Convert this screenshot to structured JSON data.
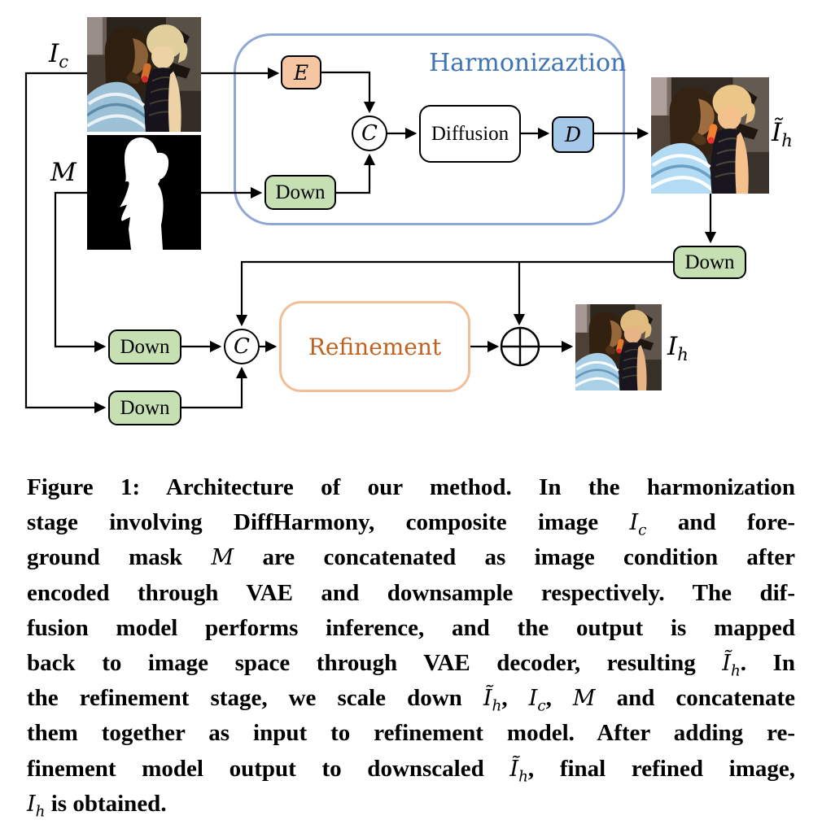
{
  "figure": {
    "stage1": {
      "title": "Harmonizaztion",
      "encoder_label": "E",
      "concat_label": "C",
      "diffusion_label": "Diffusion",
      "decoder_label": "D",
      "down_label": "Down"
    },
    "stage2": {
      "title": "Refinement",
      "concat_label": "C",
      "down_ih_label": "Down",
      "down_m_label": "Down",
      "down_ic_label": "Down"
    },
    "io_labels": {
      "composite": {
        "base": "I",
        "sub": "c"
      },
      "mask": {
        "base": "M",
        "sub": ""
      },
      "harmonized": {
        "base": "Ĩ",
        "sub": "h"
      },
      "final": {
        "base": "I",
        "sub": "h"
      }
    },
    "icons": {
      "concat_operator": "circled-C-concatenate",
      "add_operator": "circled-plus-add"
    },
    "colors": {
      "encoder_fill": "#f6c6a3",
      "decoder_fill": "#a6c8e9",
      "down_fill": "#c6e0b4",
      "stage1_border": "#8fa7d6",
      "stage1_title": "#3e73b5",
      "stage2_border": "#f2be98",
      "stage2_title": "#c2611e"
    }
  },
  "caption": {
    "lines": [
      {
        "segments": [
          {
            "t": "Figure 1: Architecture of our method. In the harmonization"
          }
        ]
      },
      {
        "segments": [
          {
            "t": "stage involving DiffHarmony, composite image "
          },
          {
            "m": "I",
            "sub": "c"
          },
          {
            "t": " and fore-"
          }
        ]
      },
      {
        "segments": [
          {
            "t": "ground mask "
          },
          {
            "m": "M"
          },
          {
            "t": " are concatenated as image condition after"
          }
        ]
      },
      {
        "segments": [
          {
            "t": "encoded through VAE and downsample respectively. The dif-"
          }
        ]
      },
      {
        "segments": [
          {
            "t": "fusion model performs inference, and the output is mapped"
          }
        ]
      },
      {
        "segments": [
          {
            "t": "back to image space through VAE decoder, resulting "
          },
          {
            "m": "Ĩ",
            "sub": "h"
          },
          {
            "t": ". In"
          }
        ]
      },
      {
        "segments": [
          {
            "t": "the refinement stage, we scale down "
          },
          {
            "m": "Ĩ",
            "sub": "h"
          },
          {
            "t": ", "
          },
          {
            "m": "I",
            "sub": "c"
          },
          {
            "t": ", "
          },
          {
            "m": "M"
          },
          {
            "t": " and concatenate"
          }
        ]
      },
      {
        "segments": [
          {
            "t": "them together as input to refinement model. After adding re-"
          }
        ]
      },
      {
        "segments": [
          {
            "t": "finement model output to downscaled "
          },
          {
            "m": "Ĩ",
            "sub": "h"
          },
          {
            "t": ", final refined image,"
          }
        ]
      },
      {
        "segments": [
          {
            "m": "I",
            "sub": "h"
          },
          {
            "t": " is obtained."
          }
        ],
        "justify": false
      }
    ]
  }
}
